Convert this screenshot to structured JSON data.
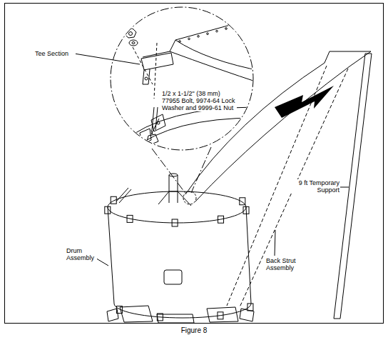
{
  "diagram": {
    "caption": "Figure 8",
    "labels": [
      "Tee Section",
      "1/2 x 1-1/2\" (38 mm) 77955 Bolt, 9974-64 Lock Washer and 9999-61 Nut",
      "9 ft Temporary Support",
      "Drum Assembly",
      "Back Strut Assembly"
    ]
  }
}
